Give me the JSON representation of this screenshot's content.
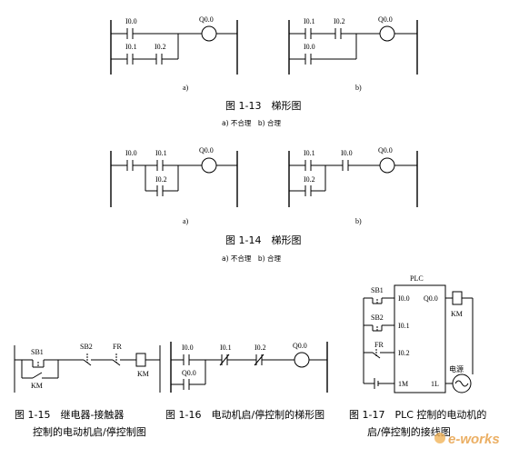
{
  "labels": {
    "i00": "I0.0",
    "i01": "I0.1",
    "i02": "I0.2",
    "q00": "Q0.0",
    "sb1": "SB1",
    "sb2": "SB2",
    "fr": "FR",
    "km": "KM",
    "plc": "PLC",
    "i1m": "1M",
    "l1": "1L",
    "power": "电源"
  },
  "sub_a": "a)",
  "sub_b": "b)",
  "fig13": {
    "caption": "图 1-13　梯形图",
    "subcaption": "a) 不合理　b) 合理"
  },
  "fig14": {
    "caption": "图 1-14　梯形图",
    "subcaption": "a) 不合理　b) 合理"
  },
  "fig15": {
    "line1": "图 1-15　继电器-接触器",
    "line2": "控制的电动机启/停控制图"
  },
  "fig16": {
    "caption": "图 1-16　电动机启/停控制的梯形图"
  },
  "fig17": {
    "line1": "图 1-17　PLC 控制的电动机的",
    "line2": "启/停控制的接线图"
  },
  "watermark": "e-works"
}
